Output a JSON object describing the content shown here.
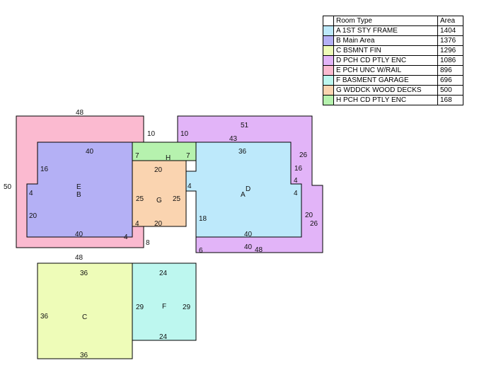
{
  "legend": {
    "header": {
      "type": "Room Type",
      "area": "Area"
    },
    "rows": [
      {
        "label": "A 1ST STY FRAME",
        "area": "1404",
        "color": "#bde9fb"
      },
      {
        "label": "B Main Area",
        "area": "1376",
        "color": "#b4b0f5"
      },
      {
        "label": "C BSMNT FIN",
        "area": "1296",
        "color": "#eefcb8"
      },
      {
        "label": "D PCH CD PTLY ENC",
        "area": "1086",
        "color": "#e2b4f8"
      },
      {
        "label": "E PCH UNC W/RAIL",
        "area": "896",
        "color": "#fbbad0"
      },
      {
        "label": "F BASMENT GARAGE",
        "area": "696",
        "color": "#bdf7ef"
      },
      {
        "label": "G WDDCK WOOD DECKS",
        "area": "500",
        "color": "#fad4b0"
      },
      {
        "label": "H PCH CD PTLY ENC",
        "area": "168",
        "color": "#b6f2ae"
      }
    ]
  },
  "sketch": {
    "area_labels": [
      "A",
      "D",
      "E",
      "B",
      "C",
      "F",
      "G",
      "H"
    ],
    "dimensions": [
      "48",
      "50",
      "10",
      "10",
      "51",
      "43",
      "40",
      "36",
      "26",
      "16",
      "16",
      "7",
      "7",
      "20",
      "4",
      "4",
      "4",
      "4",
      "25",
      "25",
      "20",
      "4",
      "20",
      "40",
      "40",
      "4",
      "18",
      "20",
      "26",
      "8",
      "48",
      "6",
      "40",
      "48",
      "36",
      "24",
      "36",
      "29",
      "29",
      "24",
      "36"
    ]
  }
}
